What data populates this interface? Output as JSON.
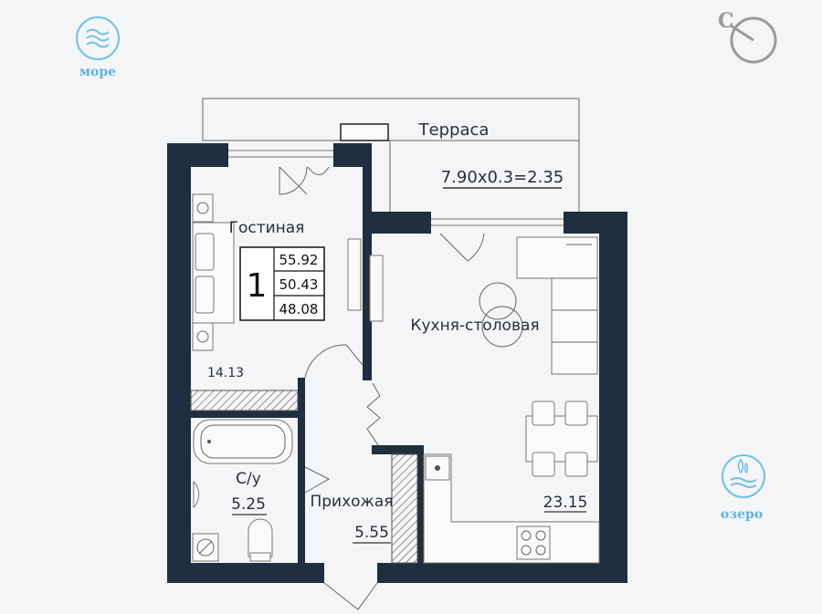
{
  "badges": {
    "sea": {
      "label": "море",
      "icon": "waves-icon",
      "color": "#6ec1ea"
    },
    "lake": {
      "label": "озеро",
      "icon": "lake-icon",
      "color": "#6ec1ea"
    }
  },
  "compass": {
    "letter": "С",
    "icon": "compass-icon"
  },
  "terrace": {
    "name": "Терраса",
    "formula": "7.90x0.3=2.35"
  },
  "apartment": {
    "rooms_count": "1",
    "areas": [
      "55.92",
      "50.43",
      "48.08"
    ]
  },
  "rooms": {
    "living": {
      "name": "Гостиная",
      "area": "14.13"
    },
    "kitchen": {
      "name": "Кухня-столовая",
      "area": "23.15"
    },
    "bath": {
      "name": "С/у",
      "area": "5.25"
    },
    "hall": {
      "name": "Прихожая",
      "area": "5.55"
    }
  },
  "colors": {
    "wall": "#1f2f3f",
    "accent": "#6ec1ea"
  }
}
